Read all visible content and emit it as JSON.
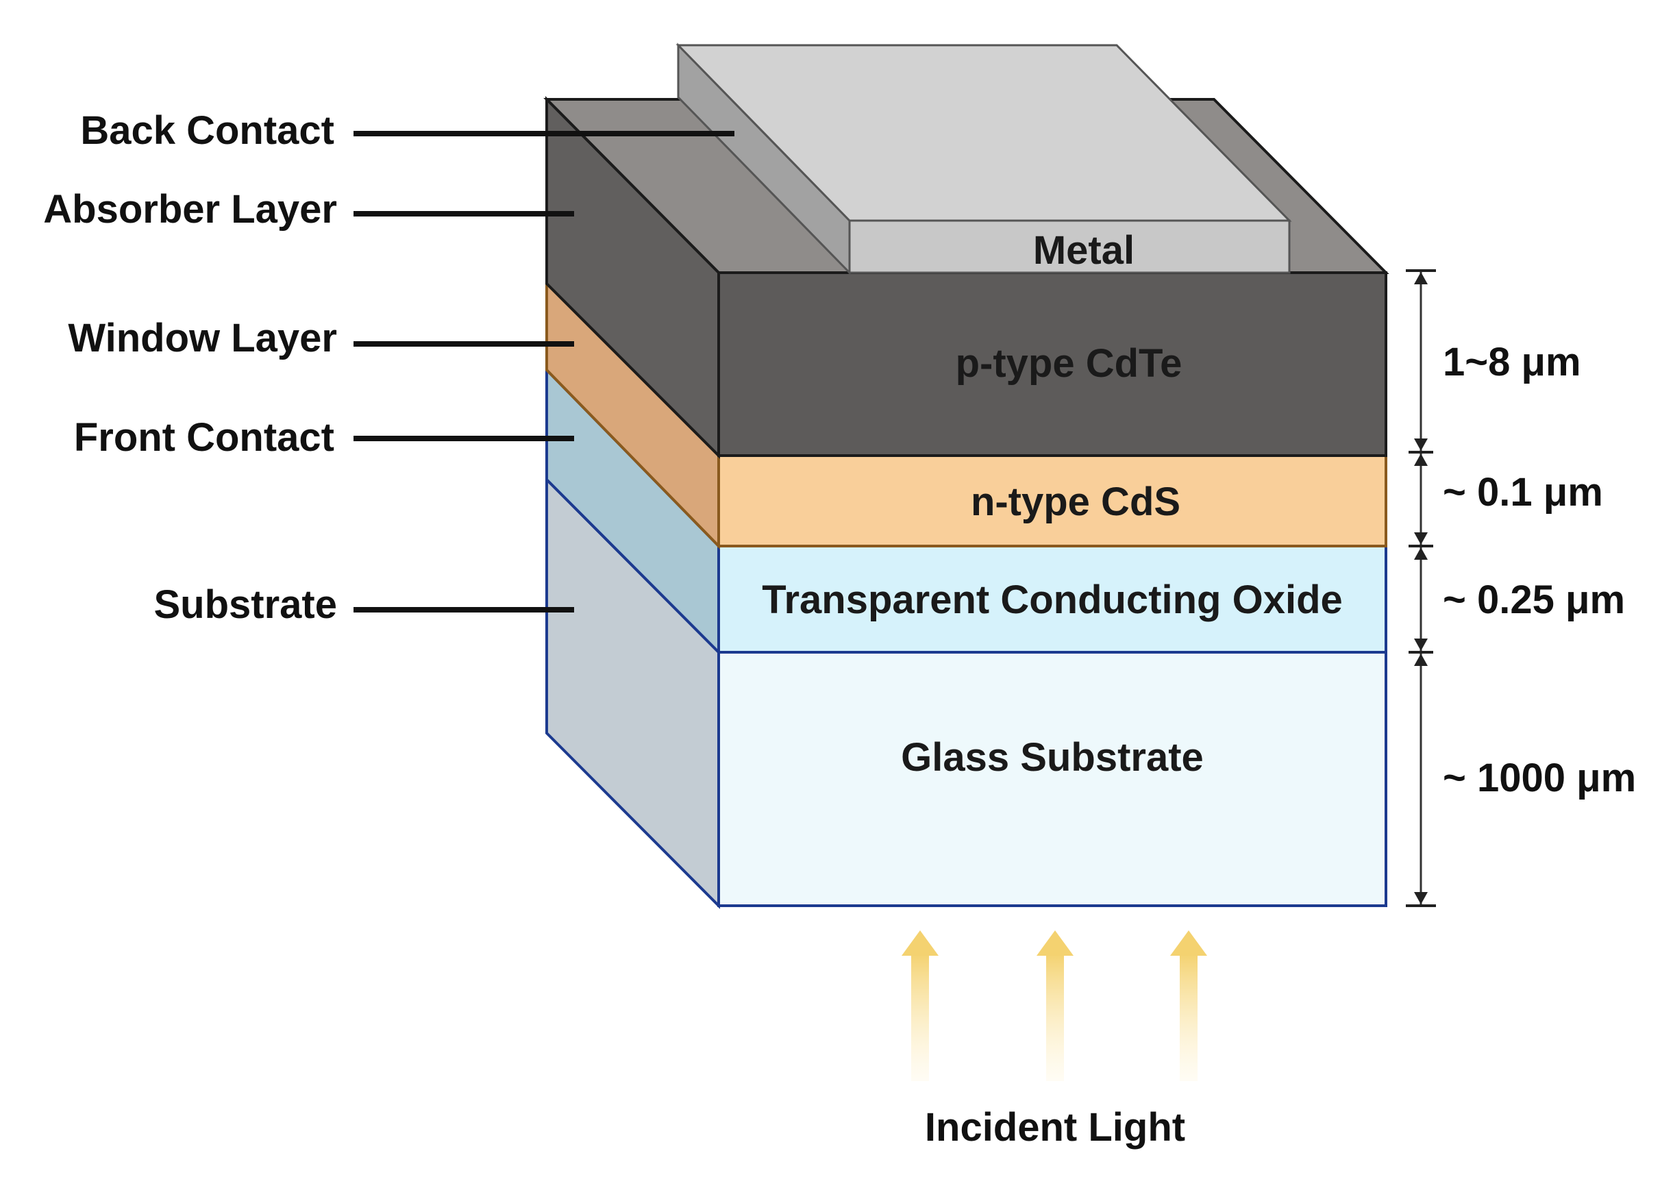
{
  "left_labels": {
    "back_contact": "Back Contact",
    "absorber_layer": "Absorber Layer",
    "window_layer": "Window Layer",
    "front_contact": "Front Contact",
    "substrate": "Substrate"
  },
  "layers": {
    "metal": "Metal",
    "cdte": "p-type CdTe",
    "cds": "n-type CdS",
    "tco": "Transparent Conducting Oxide",
    "glass": "Glass Substrate"
  },
  "thickness": {
    "cdte": "1~8 μm",
    "cds": "~ 0.1 μm",
    "tco": "~ 0.25 μm",
    "glass": "~ 1000 μm"
  },
  "light": {
    "label": "Incident Light"
  },
  "colors": {
    "metal_front": "#c8c8c8",
    "metal_top": "#d2d2d2",
    "metal_side": "#a2a2a2",
    "cdte_front": "#5d5b5a",
    "cdte_side": "#615f5e",
    "cdte_top": "#8f8c8a",
    "cds_front": "#f9cf9a",
    "cds_side": "#d9a77a",
    "tco_front": "#d6f2fb",
    "tco_side": "#a9c7d3",
    "glass_front": "#eef9fc",
    "glass_side": "#c3ccd3",
    "outline_blue": "#1c3a8f",
    "outline_dark": "#1b1b1b",
    "outline_orange": "#8a5a1e",
    "light_arrow": "#f6d77a"
  }
}
